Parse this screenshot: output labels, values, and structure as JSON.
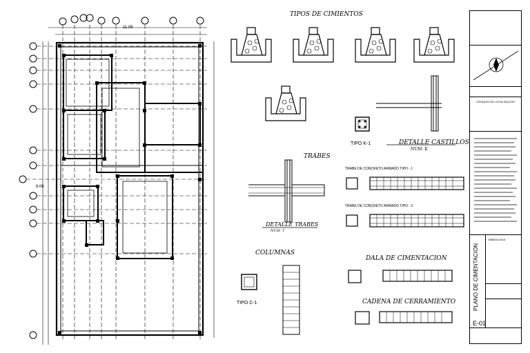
{
  "sections": {
    "cimientos_title": "TIPOS DE CIMIENTOS",
    "trabes_title": "TRABES",
    "columnas_title": "COLUMNAS",
    "dala_title": "DALA DE CIMENTACION",
    "cadena_title": "CADENA DE CERRAMIENTO",
    "castillos_title": "DETALLE CASTILLOS",
    "castillos_sub": "NUM. K",
    "detalle_trabes": "DETALLE TRABES",
    "detalle_trabes_sub": "NUM. T"
  },
  "labels": {
    "tipo_k1": "TIPO K-1",
    "tipo_c1": "TIPO C-1",
    "trabe_1": "TRABE DE CONCRETO ARMADO TIPO - 1",
    "trabe_2": "TRABE DE CONCRETO ARMADO TIPO - 2",
    "dim_top": "11.06",
    "dim_left": "6.06"
  },
  "titleblock": {
    "croquis": "CROQUIS DE LOCALIZACION",
    "simbologia": "SIMBOLOGIA",
    "plano_name": "PLANO DE CIMENTACION",
    "sheet_id": "E-01"
  },
  "colors": {
    "ink": "#000000",
    "paper": "#ffffff",
    "axis": "#222222"
  }
}
